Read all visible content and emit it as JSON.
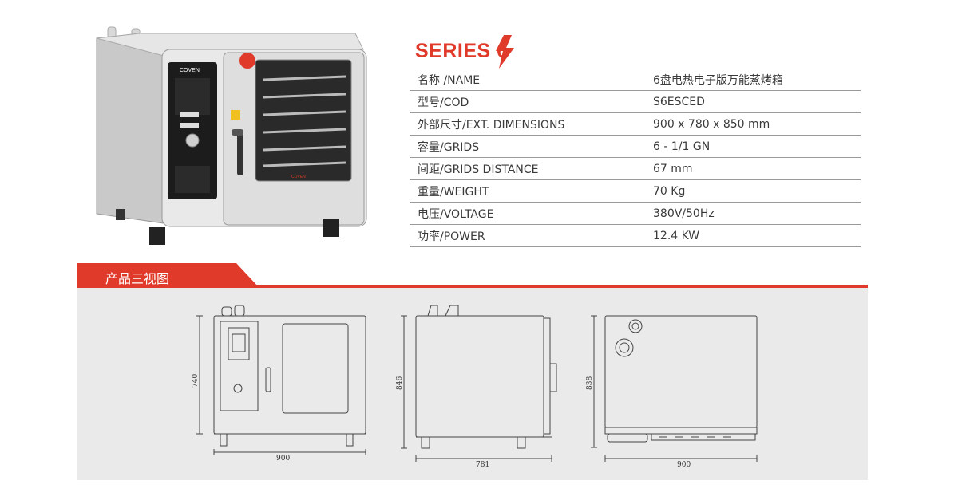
{
  "header": {
    "series_title": "SERIES 6",
    "accent_color": "#e03a2a",
    "icon": "lightning-bolt-icon"
  },
  "product_photo": {
    "brand_text": "COVEN",
    "door_brand_text": "COVEN"
  },
  "specs": [
    {
      "label": "名称 /NAME",
      "value": "6盘电热电子版万能蒸烤箱"
    },
    {
      "label": "型号/COD",
      "value": "S6ESCED"
    },
    {
      "label": "外部尺寸/EXT. DIMENSIONS",
      "value": "900 x 780 x 850 mm"
    },
    {
      "label": "容量/GRIDS",
      "value": "6 - 1/1 GN"
    },
    {
      "label": "间距/GRIDS DISTANCE",
      "value": "67 mm"
    },
    {
      "label": "重量/WEIGHT",
      "value": "70 Kg"
    },
    {
      "label": "电压/VOLTAGE",
      "value": "380V/50Hz"
    },
    {
      "label": "功率/POWER",
      "value": "12.4 KW"
    }
  ],
  "section": {
    "title": "产品三视图"
  },
  "views": {
    "front": {
      "height_label": "740",
      "width_label": "900"
    },
    "side": {
      "height_label": "846",
      "width_label": "781"
    },
    "back": {
      "height_label": "838",
      "width_label": "900"
    }
  }
}
